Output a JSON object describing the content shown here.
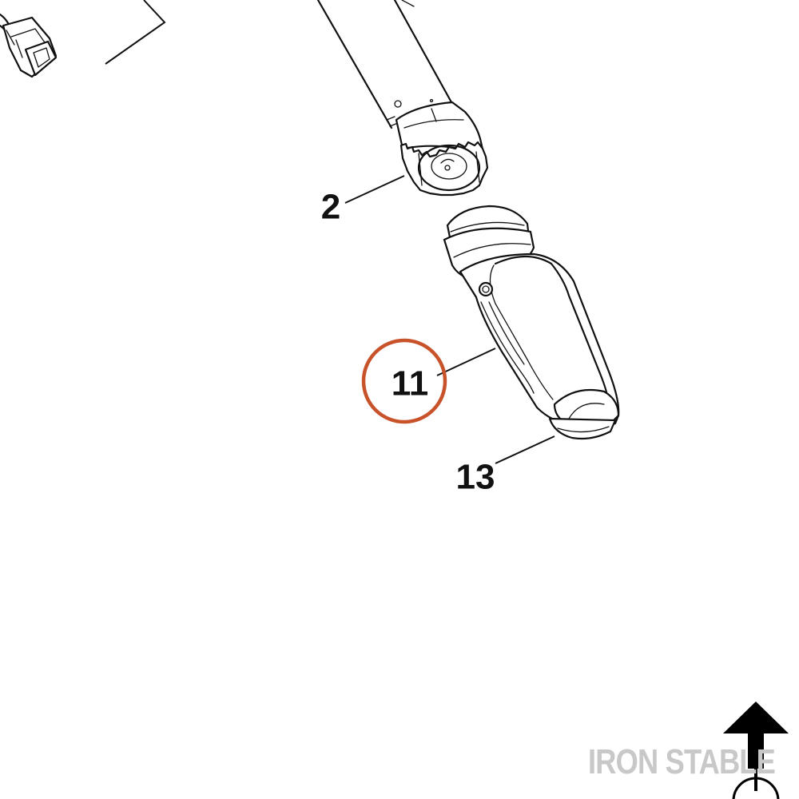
{
  "diagram": {
    "callouts": [
      {
        "id": "part-2",
        "label": "2"
      },
      {
        "id": "part-11",
        "label": "11",
        "highlighted": true
      },
      {
        "id": "part-13",
        "label": "13"
      }
    ],
    "highlight_color": "#c8532a",
    "watermark": {
      "text": "IRON STABLE",
      "color": "#c8c8c8"
    }
  }
}
